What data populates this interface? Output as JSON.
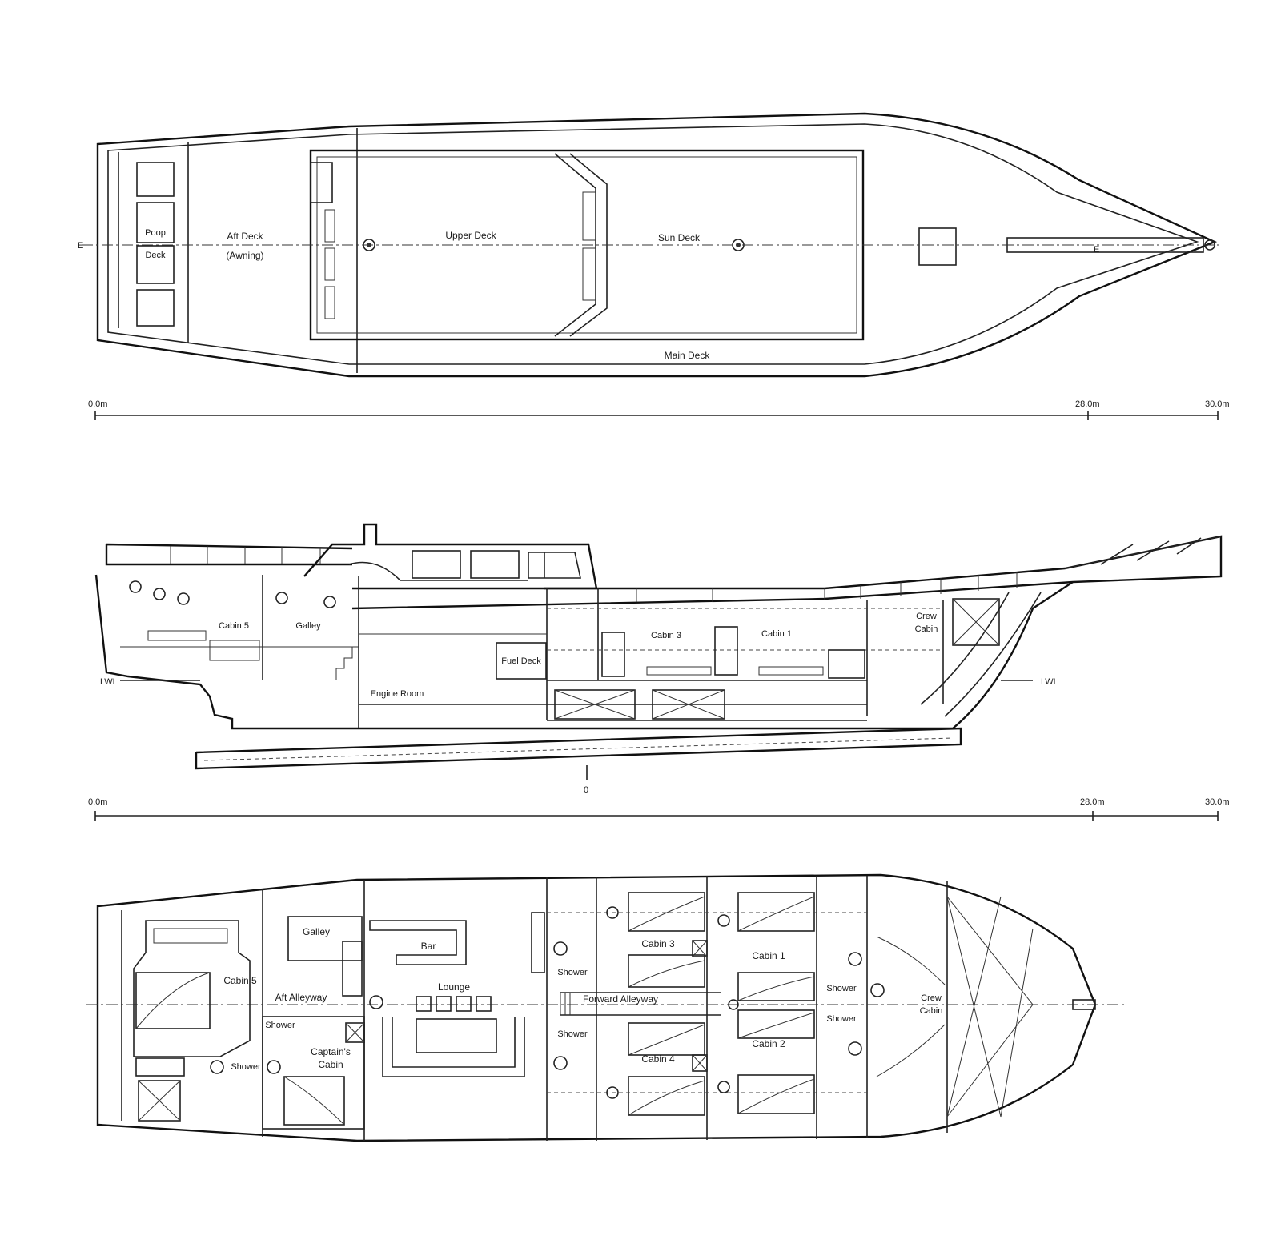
{
  "top_view": {
    "labels": {
      "poop_deck_1": "Poop",
      "poop_deck_2": "Deck",
      "aft_deck_1": "Aft Deck",
      "aft_deck_2": "(Awning)",
      "upper_deck": "Upper Deck",
      "sun_deck": "Sun Deck",
      "main_deck": "Main Deck",
      "centerline_aft": "E",
      "centerline_fwd": "E"
    },
    "scale": {
      "start": "0.0m",
      "mid": "28.0m",
      "end": "30.0m"
    }
  },
  "profile_view": {
    "labels": {
      "cabin_5": "Cabin 5",
      "galley": "Galley",
      "cabin_3": "Cabin 3",
      "cabin_1": "Cabin 1",
      "crew_cabin_1": "Crew",
      "crew_cabin_2": "Cabin",
      "fuel_deck": "Fuel Deck",
      "engine_room": "Engine Room",
      "wl_aft": "LWL",
      "wl_fwd": "LWL",
      "keel_mark": "0"
    },
    "scale": {
      "start": "0.0m",
      "mid": "28.0m",
      "end": "30.0m"
    }
  },
  "plan_view": {
    "labels": {
      "galley": "Galley",
      "bar": "Bar",
      "lounge": "Lounge",
      "cabin_5": "Cabin 5",
      "aft_alleyway": "Aft Alleyway",
      "forward_alleyway": "Forward Alleyway",
      "captains_cabin_1": "Captain's",
      "captains_cabin_2": "Cabin",
      "cabin_3": "Cabin 3",
      "cabin_4": "Cabin 4",
      "cabin_1": "Cabin 1",
      "cabin_2": "Cabin 2",
      "shower_1": "Shower",
      "shower_2": "Shower",
      "shower_3": "Shower",
      "shower_4": "Shower",
      "shower_5": "Shower",
      "shower_6": "Shower",
      "crew_cabin_1": "Crew",
      "crew_cabin_2": "Cabin"
    }
  }
}
